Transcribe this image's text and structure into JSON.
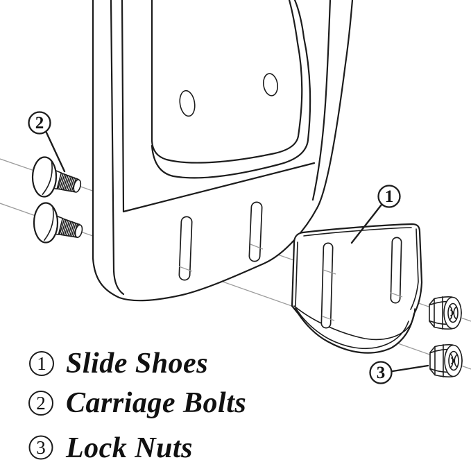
{
  "colors": {
    "background": "#ffffff",
    "line": "#1c1c1c",
    "guide_line": "#9c9c9c",
    "text": "#111111"
  },
  "callouts": [
    {
      "num": "1"
    },
    {
      "num": "2"
    },
    {
      "num": "3"
    }
  ],
  "legend": {
    "items": [
      {
        "num": "1",
        "label": "Slide Shoes"
      },
      {
        "num": "2",
        "label": "Carriage Bolts"
      },
      {
        "num": "3",
        "label": "Lock Nuts"
      }
    ]
  }
}
